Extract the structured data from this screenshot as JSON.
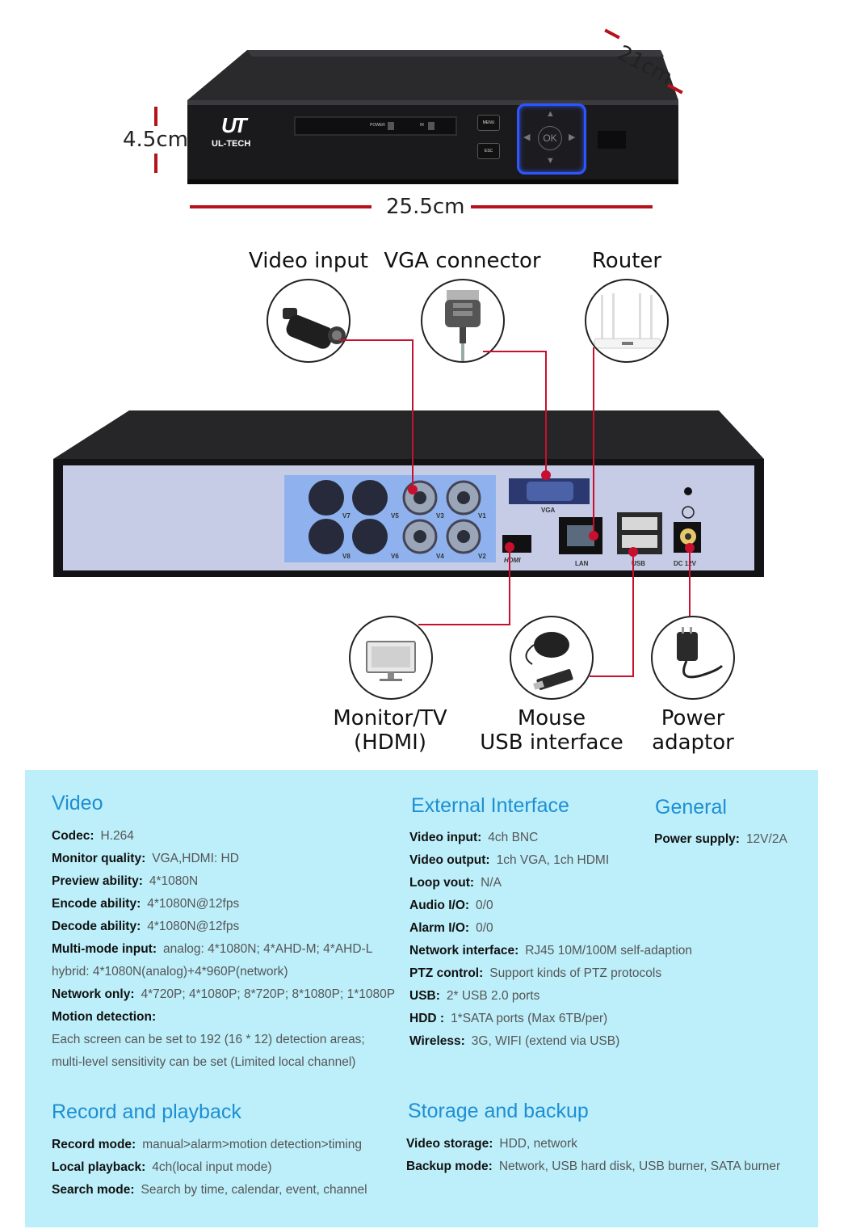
{
  "dimensions": {
    "depth": "21cm",
    "height": "4.5cm",
    "width": "25.5cm"
  },
  "front": {
    "brand": "UL-TECH",
    "logo_mark": "UT",
    "power_led": "POWER",
    "ir_label": "IR",
    "menu_btn": "MENU",
    "esc_btn": "ESC",
    "ok_btn": "OK"
  },
  "rear": {
    "ports": {
      "v1": "V1",
      "v2": "V2",
      "v3": "V3",
      "v4": "V4",
      "v5": "V5",
      "v6": "V6",
      "v7": "V7",
      "v8": "V8",
      "vga": "VGA",
      "hdmi": "HDMI",
      "lan": "LAN",
      "usb": "USB",
      "dc": "DC 12V"
    }
  },
  "connections": {
    "video_input": "Video input",
    "vga_connector": "VGA connector",
    "router": "Router",
    "monitor": [
      "Monitor/TV",
      "(HDMI)"
    ],
    "mouse": [
      "Mouse",
      "USB interface"
    ],
    "power": [
      "Power",
      "adaptor"
    ]
  },
  "specs": {
    "video": {
      "heading": "Video",
      "codec": {
        "label": "Codec:",
        "value": "H.264"
      },
      "monitor_quality": {
        "label": "Monitor quality:",
        "value": "VGA,HDMI: HD"
      },
      "preview": {
        "label": "Preview ability:",
        "value": "4*1080N"
      },
      "encode": {
        "label": "Encode ability:",
        "value": "4*1080N@12fps"
      },
      "decode": {
        "label": "Decode ability:",
        "value": "4*1080N@12fps"
      },
      "multimode": {
        "label": "Multi-mode input:",
        "value": "analog: 4*1080N; 4*AHD-M; 4*AHD-L",
        "value2": "hybrid: 4*1080N(analog)+4*960P(network)"
      },
      "network_only": {
        "label": "Network only:",
        "value": "4*720P; 4*1080P;  8*720P;  8*1080P; 1*1080P"
      },
      "motion": {
        "label": "Motion detection:",
        "value1": "Each screen can be set to 192 (16 * 12) detection areas;",
        "value2": "multi-level sensitivity can be set (Limited local channel)"
      }
    },
    "external": {
      "heading": "External Interface",
      "video_input": {
        "label": "Video input:",
        "value": "4ch BNC"
      },
      "video_output": {
        "label": "Video output:",
        "value": "1ch VGA, 1ch HDMI"
      },
      "loop_vout": {
        "label": "Loop vout:",
        "value": "N/A"
      },
      "audio": {
        "label": "Audio I/O:",
        "value": "0/0"
      },
      "alarm": {
        "label": "Alarm I/O:",
        "value": "0/0"
      },
      "network_interface": {
        "label": "Network interface:",
        "value": "RJ45 10M/100M self-adaption"
      },
      "ptz": {
        "label": "PTZ control:",
        "value": "Support kinds of PTZ protocols"
      },
      "usb": {
        "label": "USB:",
        "value": "2* USB 2.0 ports"
      },
      "hdd": {
        "label": "HDD :",
        "value": "1*SATA ports (Max 6TB/per)"
      },
      "wireless": {
        "label": "Wireless:",
        "value": "3G, WIFI (extend via USB)"
      }
    },
    "general": {
      "heading": "General",
      "power_supply": {
        "label": "Power supply:",
        "value": "12V/2A"
      }
    },
    "record": {
      "heading": "Record and playback",
      "record_mode": {
        "label": "Record mode:",
        "value": "manual>alarm>motion detection>timing"
      },
      "local_playback": {
        "label": "Local playback:",
        "value": "4ch(local input mode)"
      },
      "search_mode": {
        "label": "Search mode:",
        "value": "Search by time, calendar, event, channel"
      }
    },
    "storage": {
      "heading": "Storage and backup",
      "video_storage": {
        "label": "Video storage:",
        "value": "HDD, network"
      },
      "backup_mode": {
        "label": "Backup mode:",
        "value": "Network, USB hard disk, USB burner, SATA burner"
      }
    }
  },
  "colors": {
    "accent_red": "#c8102e",
    "heading_blue": "#1e8ed3",
    "panel_bg": "#bdeffa",
    "dvr_body": "#1d1d1f",
    "rear_panel": "#c6cbe6",
    "keypad_blue": "#2f55ff"
  }
}
